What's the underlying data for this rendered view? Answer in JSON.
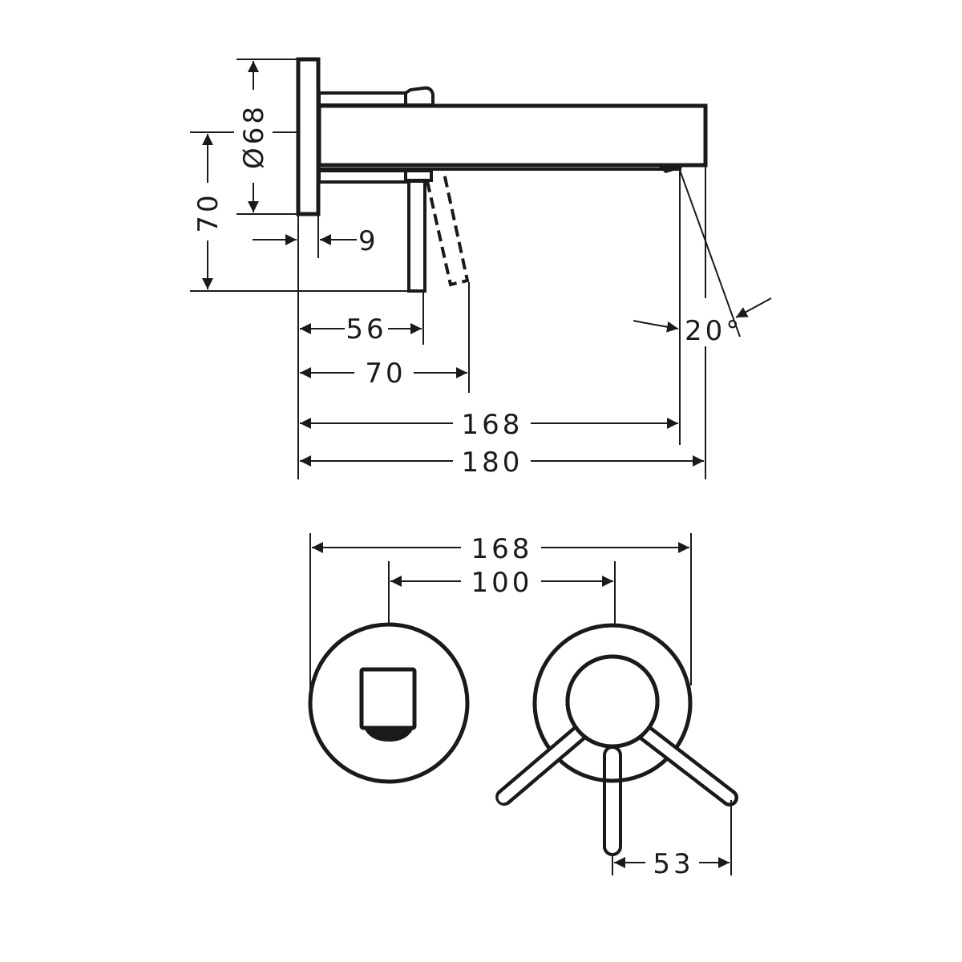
{
  "side_view": {
    "dimensions": {
      "plate_diameter": "Ø68",
      "height_70": "70",
      "plate_thickness": "9",
      "lever_56": "56",
      "lever_70": "70",
      "outlet_168": "168",
      "projection_180": "180",
      "angle": "20°"
    }
  },
  "front_view": {
    "dimensions": {
      "width_168": "168",
      "centers_100": "100",
      "lever_53": "53"
    }
  },
  "colors": {
    "line": "#1a1a1a",
    "background": "#ffffff"
  }
}
